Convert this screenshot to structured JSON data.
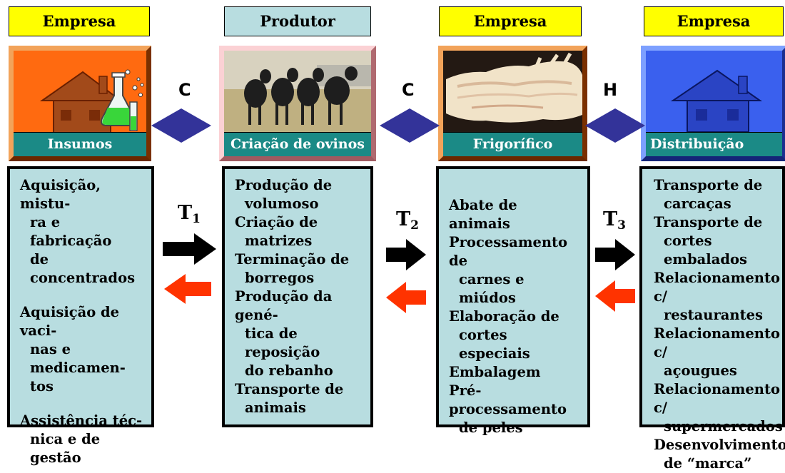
{
  "columns": [
    {
      "header": "Empresa",
      "label": "Insumos",
      "activities": [
        "Aquisição, mistu-",
        "ra e fabricação",
        "de concentrados",
        "",
        "Aquisição de vaci-",
        "nas e medicamen-",
        "tos",
        "",
        "Assistência téc-",
        "nica e de gestão"
      ]
    },
    {
      "header": "Produtor",
      "label": "Criação de ovinos",
      "activities": [
        "Produção de",
        "volumoso",
        "Criação de",
        "matrizes",
        "Terminação de",
        "borregos",
        "Produção da gené-",
        "tica de reposição",
        "do rebanho",
        "Transporte de",
        "animais"
      ]
    },
    {
      "header": "Empresa",
      "label": "Frigorífico",
      "activities": [
        "Abate de animais",
        "Processamento de",
        "carnes e miúdos",
        "Elaboração de",
        "cortes especiais",
        "Embalagem",
        "Pré-processamento",
        "de peles"
      ]
    },
    {
      "header": "Empresa",
      "label": "Distribuição",
      "activities": [
        "Transporte de",
        "carcaças",
        "Transporte de",
        "cortes embalados",
        "Relacionamento c/",
        "restaurantes",
        "Relacionamento c/",
        "açougues",
        "Relacionamento c/",
        "supermercados",
        "Desenvolvimento",
        "de “marca”"
      ]
    }
  ],
  "connectors": [
    "C",
    "C",
    "H"
  ],
  "transactions": [
    {
      "base": "T",
      "sub": "1"
    },
    {
      "base": "T",
      "sub": "2"
    },
    {
      "base": "T",
      "sub": "3"
    }
  ],
  "colors": {
    "header_yellow": "#ffff00",
    "header_cyan": "#b8dde0",
    "label_teal": "#1b8a86",
    "activity_box": "#b8dde0",
    "diamond": "#333399",
    "arrow_forward": "#000000",
    "arrow_back": "#ff3300"
  },
  "icons": [
    "house-flask-icon",
    "sheep-photo",
    "carcass-photo",
    "house-icon"
  ]
}
